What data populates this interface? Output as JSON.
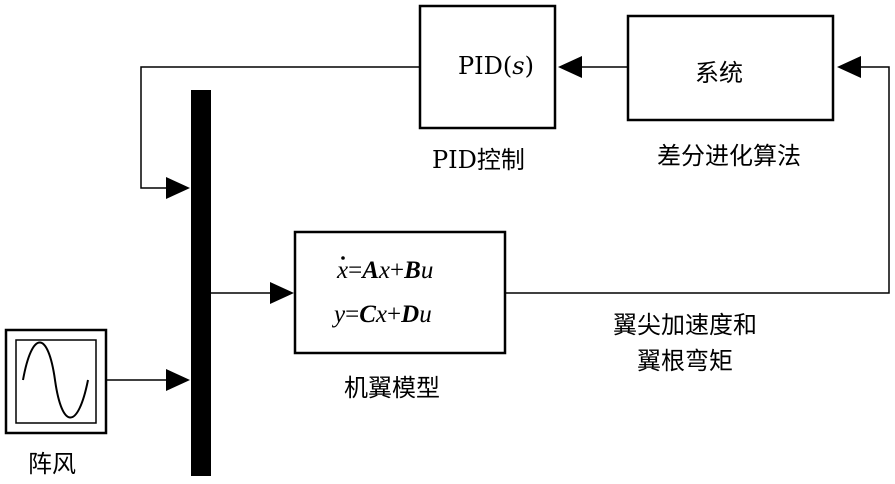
{
  "blocks": {
    "pid": {
      "label": "PID(",
      "label_s": "s",
      "label_close": ")",
      "caption": "PID控制"
    },
    "system": {
      "label": "系统",
      "caption": "差分进化算法"
    },
    "wing_model": {
      "eq1": {
        "lhs": "x",
        "op1": "=",
        "A": "A",
        "x1": "x",
        "plus1": "+",
        "B": "B",
        "u1": "u"
      },
      "eq2": {
        "lhs": "y",
        "op2": "=",
        "C": "C",
        "x2": "x",
        "plus2": "+",
        "D": "D",
        "u2": "u"
      },
      "caption": "机翼模型"
    },
    "gust": {
      "caption": "阵风"
    }
  },
  "signals": {
    "output_line1": "翼尖加速度和",
    "output_line2": "翼根弯矩"
  },
  "colors": {
    "stroke": "#000000",
    "background": "#ffffff"
  }
}
